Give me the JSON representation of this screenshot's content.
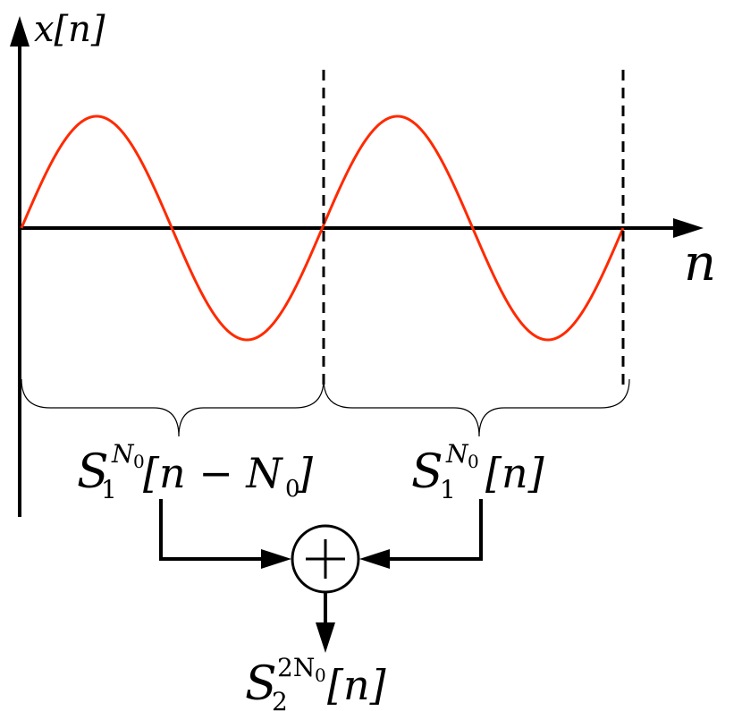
{
  "axes": {
    "y_label": "x[n]",
    "x_label": "n"
  },
  "signal": {
    "color": "#ff2a00",
    "periods": 2
  },
  "blocks": {
    "left_segment": {
      "base": "S",
      "sub": "1",
      "sup_main": "N",
      "sup_sub": "0",
      "arg": "[n − N",
      "arg_sub": "0",
      "arg_close": "]"
    },
    "right_segment": {
      "base": "S",
      "sub": "1",
      "sup_main": "N",
      "sup_sub": "0",
      "arg": "[n]"
    },
    "adder_symbol": "+",
    "output": {
      "base": "S",
      "sub": "2",
      "sup_main": "2N",
      "sup_sub": "0",
      "arg": "[n]"
    }
  }
}
